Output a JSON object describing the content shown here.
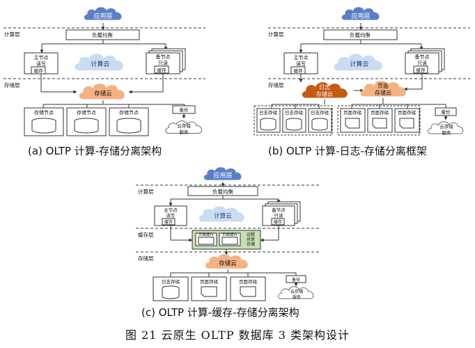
{
  "panel_a": {
    "app_layer": "应用层",
    "compute_layer": "计算层",
    "load_balancer": "负载均衡",
    "primary_node": "主节点\n读写",
    "cache": "缓存",
    "compute_cloud": "计算云",
    "replica_node": "备节点\n只读",
    "replica_cache": "缓存",
    "storage_layer": "存储层",
    "storage_cloud": "存储云",
    "storage_nodes": [
      "存储节点",
      "存储节点",
      "存储节点"
    ],
    "backup": "备份",
    "backup_service": "云存储\n服务",
    "caption": "(a) OLTP 计算-存储分离架构"
  },
  "panel_b": {
    "app_layer": "应用层",
    "compute_layer": "计算层",
    "load_balancer": "负载均衡",
    "primary_node": "主节点\n读写",
    "cache": "缓存",
    "compute_cloud": "计算云",
    "replica_node": "备节点\n只读",
    "replica_cache": "缓存",
    "storage_layer": "存储层",
    "log_cloud": "日志\n存储云",
    "page_cloud": "页面\n存储云",
    "log_stores": [
      "日志存储",
      "日志存储",
      "日志存储"
    ],
    "page_stores": [
      "页面存储",
      "页面存储",
      "页面存储"
    ],
    "backup": "备份",
    "backup_service": "云存储\n服务",
    "caption": "(b) OLTP 计算-日志-存储分离框架"
  },
  "panel_c": {
    "app_layer": "应用层",
    "compute_layer": "计算层",
    "load_balancer": "负载均衡",
    "primary_node": "主节点\n读写",
    "cache": "缓存",
    "compute_cloud": "计算云",
    "replica_node": "备节点\n只读",
    "replica_cache": "缓存",
    "cache_layer": "缓存层",
    "page_cache_1": "页面缓存",
    "page_cache_2": "页面缓存",
    "remote_shared": "远程\n共享\n存储",
    "storage_layer": "存储层",
    "storage_cloud": "存储云",
    "log_store": "日志存储",
    "page_stores": [
      "页面存储",
      "页面存储"
    ],
    "backup": "备份",
    "backup_service": "云存储\n服务",
    "caption": "(c) OLTP 计算-缓存-存储分离架构"
  },
  "figure_caption": "图 21 云原生 OLTP 数据库 3 类架构设计",
  "colors": {
    "blue_cloud": "#5b7fc7",
    "light_blue_cloud": "#c9dcf2",
    "orange_cloud": "#f4b183",
    "dark_orange_cloud": "#c55a11",
    "green_box": "#c6e0b4",
    "line": "#333333"
  }
}
